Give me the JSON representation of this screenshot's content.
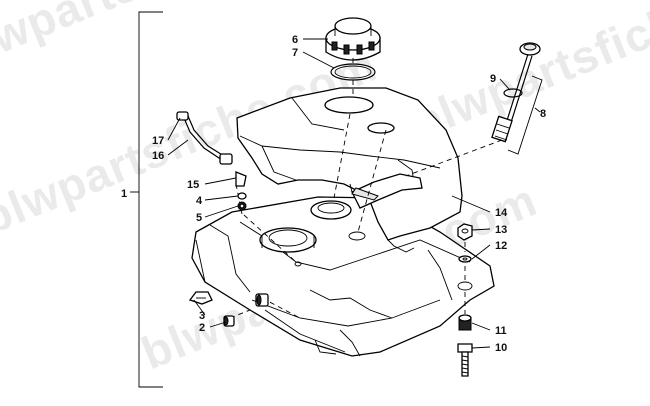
{
  "watermark": "blwpartsfiche.com",
  "callouts": {
    "c1": "1",
    "c2": "2",
    "c3": "3",
    "c4": "4",
    "c5": "5",
    "c6": "6",
    "c7": "7",
    "c8": "8",
    "c9": "9",
    "c10": "10",
    "c11": "11",
    "c12": "12",
    "c13": "13",
    "c14": "14",
    "c15": "15",
    "c16": "16",
    "c17": "17"
  }
}
